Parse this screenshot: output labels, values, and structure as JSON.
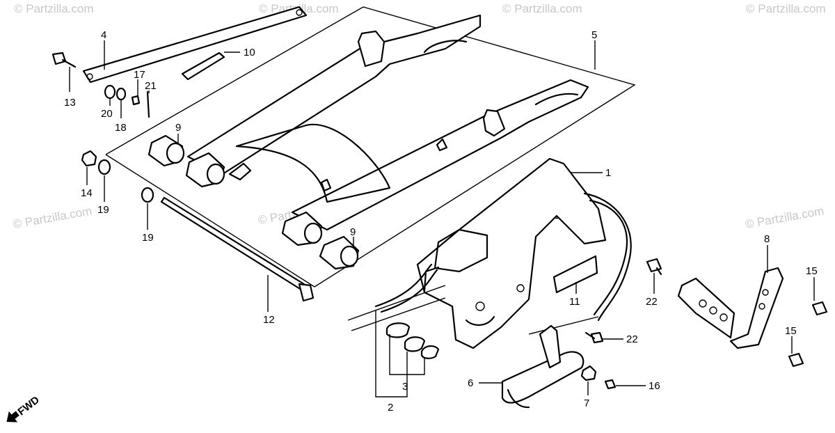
{
  "watermark": "© Partzilla.com",
  "fwd_label": "FWD",
  "callouts": {
    "c1": "1",
    "c2": "2",
    "c3": "3",
    "c4": "4",
    "c5": "5",
    "c6": "6",
    "c7": "7",
    "c8": "8",
    "c9a": "9",
    "c9b": "9",
    "c10": "10",
    "c11": "11",
    "c12": "12",
    "c13": "13",
    "c14": "14",
    "c15a": "15",
    "c15b": "15",
    "c16": "16",
    "c17": "17",
    "c18": "18",
    "c19a": "19",
    "c19b": "19",
    "c20": "20",
    "c21": "21",
    "c22a": "22",
    "c22b": "22"
  }
}
